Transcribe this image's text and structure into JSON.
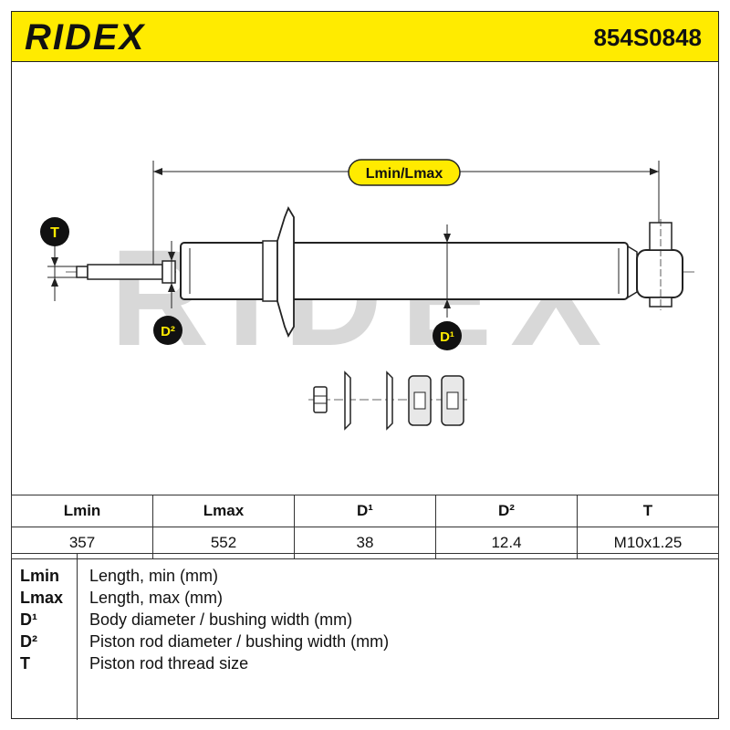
{
  "header": {
    "brand": "RIDEX",
    "part_number": "854S0848",
    "accent_color": "#ffeb00"
  },
  "drawing": {
    "watermark": "RIDEX",
    "length_label": "Lmin/Lmax",
    "thread_label": "T",
    "rod_diameter_label": "D²",
    "body_diameter_label": "D¹"
  },
  "spec_table": {
    "headers": [
      "Lmin",
      "Lmax",
      "D¹",
      "D²",
      "T"
    ],
    "values": [
      "357",
      "552",
      "38",
      "12.4",
      "M10x1.25"
    ]
  },
  "legend": [
    {
      "key": "Lmin",
      "desc": "Length, min (mm)"
    },
    {
      "key": "Lmax",
      "desc": "Length, max (mm)"
    },
    {
      "key": "D¹",
      "desc": "Body diameter / bushing width (mm)"
    },
    {
      "key": "D²",
      "desc": "Piston rod diameter / bushing width (mm)"
    },
    {
      "key": "T",
      "desc": "Piston rod thread size"
    }
  ]
}
